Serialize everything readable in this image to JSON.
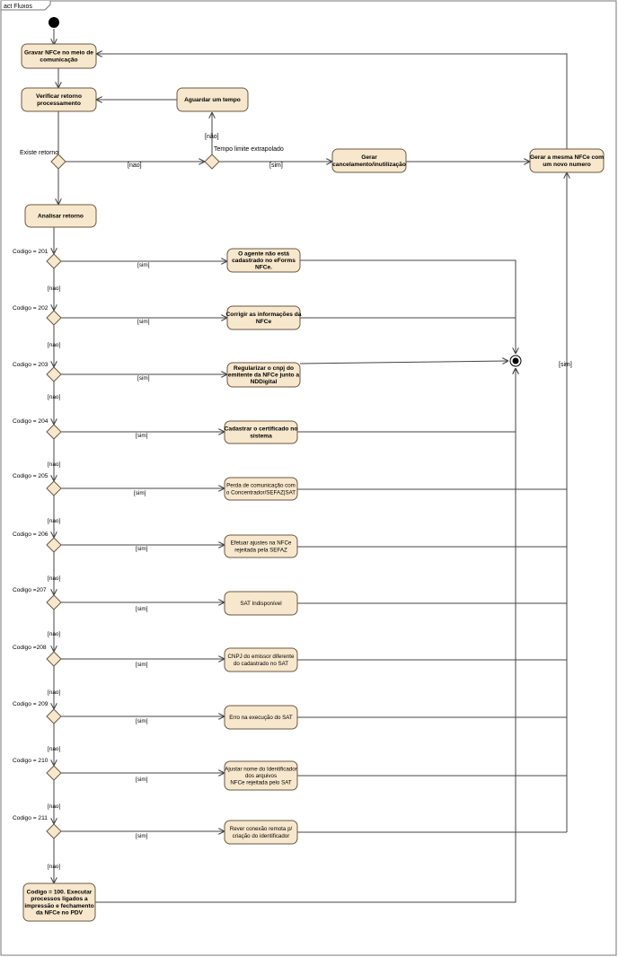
{
  "frame": {
    "title": "act Fluxos"
  },
  "activities": {
    "gravar": [
      "Gravar NFCe no meio de",
      "comunicação"
    ],
    "verificar": [
      "Verificar retorno",
      "processamento"
    ],
    "aguardar": [
      "Aguardar um tempo"
    ],
    "gerar_cancel": [
      "Gerar",
      "cancelamento/inutilização"
    ],
    "gerar_mesma": [
      "Gerar a mesma NFCe com",
      "um novo numero"
    ],
    "analisar": [
      "Analisar retorno"
    ],
    "a201": [
      "O agente não está",
      "cadastrado no eForms",
      "NFCe."
    ],
    "a202": [
      "Corrigir as informações da",
      "NFCe"
    ],
    "a203": [
      "Regularizar o cnpj do",
      "emitente da NFCe junto a",
      "NDDigital"
    ],
    "a204": [
      "Cadastrar o certificado no",
      "sistema"
    ],
    "a205": [
      "Perda de comunicação com",
      "o Concentrador/SEFAZ|SAT"
    ],
    "a206": [
      "Efetuar ajustes na NFCe",
      "rejeitada pela SEFAZ"
    ],
    "a207": [
      "SAT Indisponível"
    ],
    "a208": [
      "CNPJ do emissor diferente",
      "do cadastrado no SAT"
    ],
    "a209": [
      "Erro na execução do SAT"
    ],
    "a210": [
      "Ajustar nome do Identificador",
      "dos arquivos",
      "NFCe rejeitada pelo SAT"
    ],
    "a211": [
      "Rever conexão remota p/",
      "criação do identificador"
    ],
    "final_action": [
      "Codigo = 100. Executar",
      "processos ligados a",
      "impressão e fechamento",
      "da NFCe no PDV"
    ]
  },
  "labels": {
    "existe_retorno": "Existe retorno",
    "tempo_limite": "Tempo limite extrapolado",
    "nao": "[nao]",
    "nao_paren": "[não]",
    "sim": "[sim]"
  },
  "codes": [
    "Codigo = 201",
    "Codigo = 202",
    "Codigo = 203",
    "Codigo = 204",
    "Codigo = 205",
    "Codigo = 206",
    "Codigo =207",
    "Codigo =208",
    "Codigo = 209",
    "Codigo = 210",
    "Codigo = 211"
  ]
}
